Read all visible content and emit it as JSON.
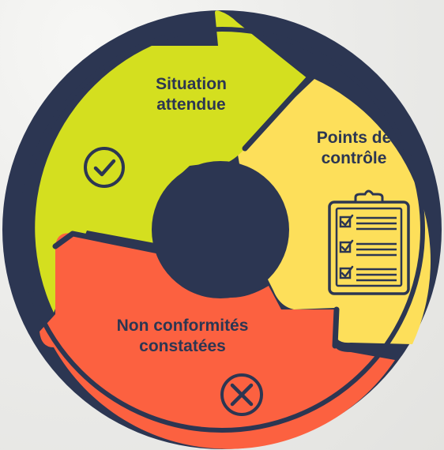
{
  "diagram": {
    "segments": [
      {
        "id": "situation",
        "lines": [
          "Situation",
          "attendue"
        ],
        "color": "#d4df1f",
        "icon": "check-circle-icon"
      },
      {
        "id": "points",
        "lines": [
          "Points de",
          "contrôle"
        ],
        "color": "#fddf5a",
        "icon": "clipboard-checklist-icon"
      },
      {
        "id": "nonconf",
        "lines": [
          "Non conformités",
          "constatées"
        ],
        "color": "#fc6140",
        "icon": "x-circle-icon"
      }
    ],
    "colors": {
      "outline": "#2c3652",
      "center": "#2c3652",
      "background": "#eeeeec"
    }
  }
}
